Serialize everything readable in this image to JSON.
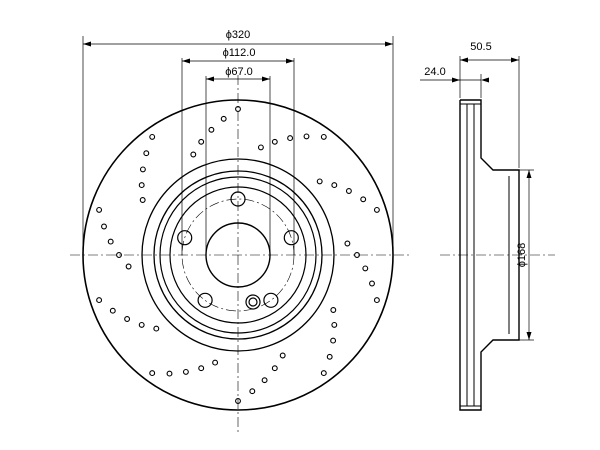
{
  "dimensions": {
    "outer_diameter": "ϕ320",
    "pcd_diameter": "ϕ112.0",
    "center_bore": "ϕ67.0",
    "total_thickness": "50.5",
    "disc_thickness": "24.0",
    "hat_diameter": "ϕ168"
  },
  "hardware": {
    "bolt_holes": 5,
    "locating_holes": 1
  }
}
